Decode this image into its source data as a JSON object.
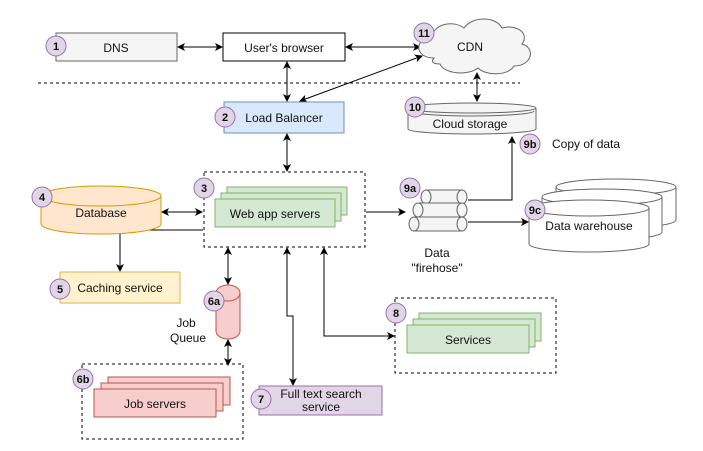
{
  "nodes": {
    "dns": {
      "label": "DNS",
      "badge": "1"
    },
    "browser": {
      "label": "User's browser"
    },
    "cdn": {
      "label": "CDN",
      "badge": "11"
    },
    "load_balancer": {
      "label": "Load Balancer",
      "badge": "2"
    },
    "cloud_storage": {
      "label": "Cloud storage",
      "badge": "10"
    },
    "copy_of_data": {
      "label": "Copy of data",
      "badge": "9b"
    },
    "web_app_servers": {
      "label": "Web app servers",
      "badge": "3"
    },
    "database": {
      "label": "Database",
      "badge": "4"
    },
    "firehose": {
      "label_line1": "Data",
      "label_line2": "\"firehose\"",
      "badge": "9a"
    },
    "data_warehouse": {
      "label": "Data warehouse",
      "badge": "9c"
    },
    "caching_service": {
      "label": "Caching service",
      "badge": "5"
    },
    "job_queue": {
      "label_line1": "Job",
      "label_line2": "Queue",
      "badge": "6a"
    },
    "services": {
      "label": "Services",
      "badge": "8"
    },
    "job_servers": {
      "label": "Job servers",
      "badge": "6b"
    },
    "full_text_search": {
      "label_line1": "Full text search",
      "label_line2": "service",
      "badge": "7"
    }
  },
  "colors": {
    "badge_fill": "#e1d5e7",
    "badge_stroke": "#9673a6",
    "lb_fill": "#dae8fc",
    "lb_stroke": "#6c8ebf",
    "green_fill": "#d5e8d4",
    "green_stroke": "#82b366",
    "orange_fill": "#ffe6cc",
    "orange_stroke": "#d79b00",
    "yellow_fill": "#fff2cc",
    "yellow_stroke": "#d6b656",
    "red_fill": "#f8cecc",
    "red_stroke": "#b85450",
    "gray_fill": "#f5f5f5",
    "gray_stroke": "#666666",
    "purple_fill": "#e1d5e7",
    "purple_stroke": "#9673a6"
  }
}
